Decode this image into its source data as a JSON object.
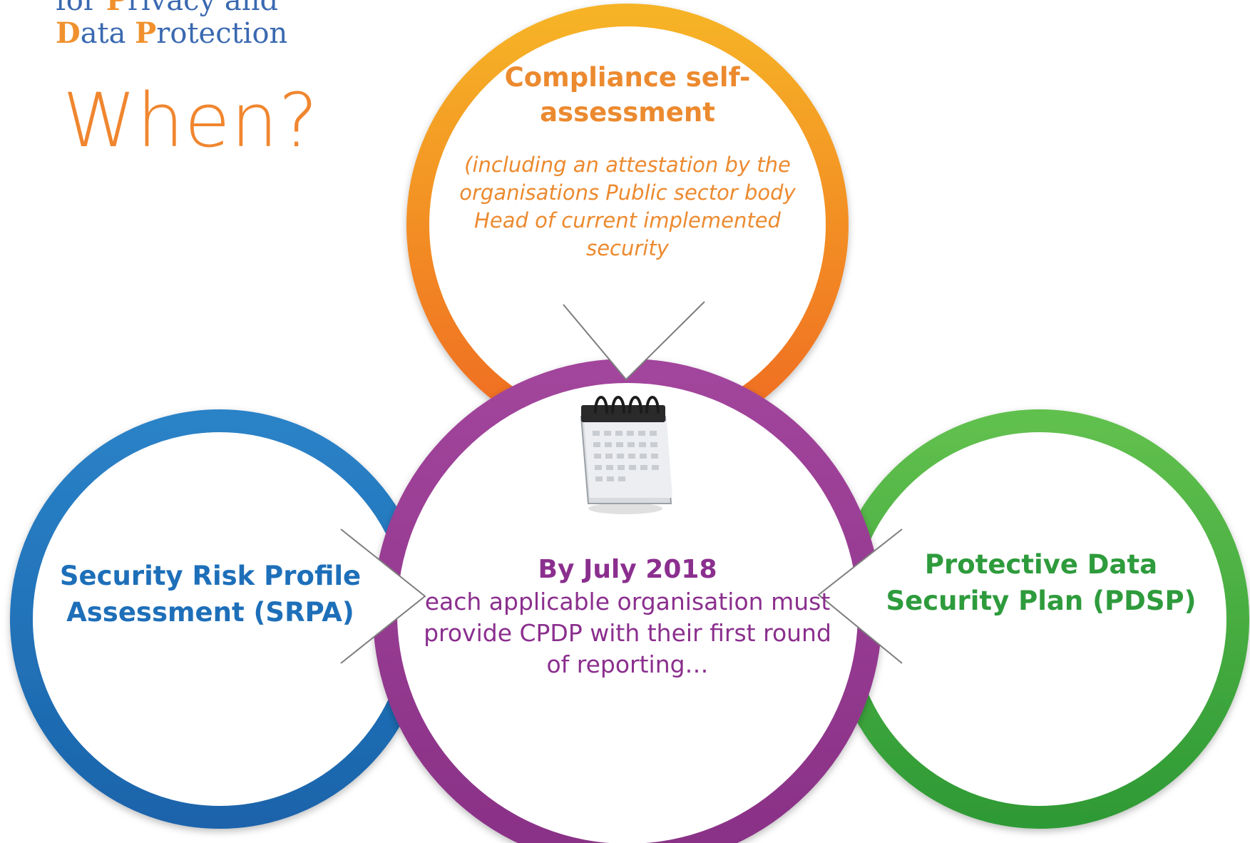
{
  "logo": {
    "line1_prefix": "for ",
    "line1_cap": "P",
    "line1_rest": "rivacy and",
    "line2_cap1": "D",
    "line2_mid": "ata ",
    "line2_cap2": "P",
    "line2_rest": "rotection"
  },
  "heading": "When?",
  "nodes": {
    "compliance": {
      "title": "Compliance self-assessment",
      "subtitle": "(including an attestation by the organisations Public sector body Head of current implemented security",
      "color": "#f39a1e"
    },
    "srpa": {
      "title": "Security Risk Profile Assessment (SRPA)",
      "color": "#1f74bd"
    },
    "pdsp": {
      "title": "Protective Data Security Plan (PDSP)",
      "color": "#3aa83d"
    },
    "center": {
      "title": "By July 2018",
      "body": "each applicable organisation must provide CPDP with their first round of reporting…",
      "color": "#94368f"
    }
  },
  "icons": {
    "calendar": "calendar-icon"
  }
}
